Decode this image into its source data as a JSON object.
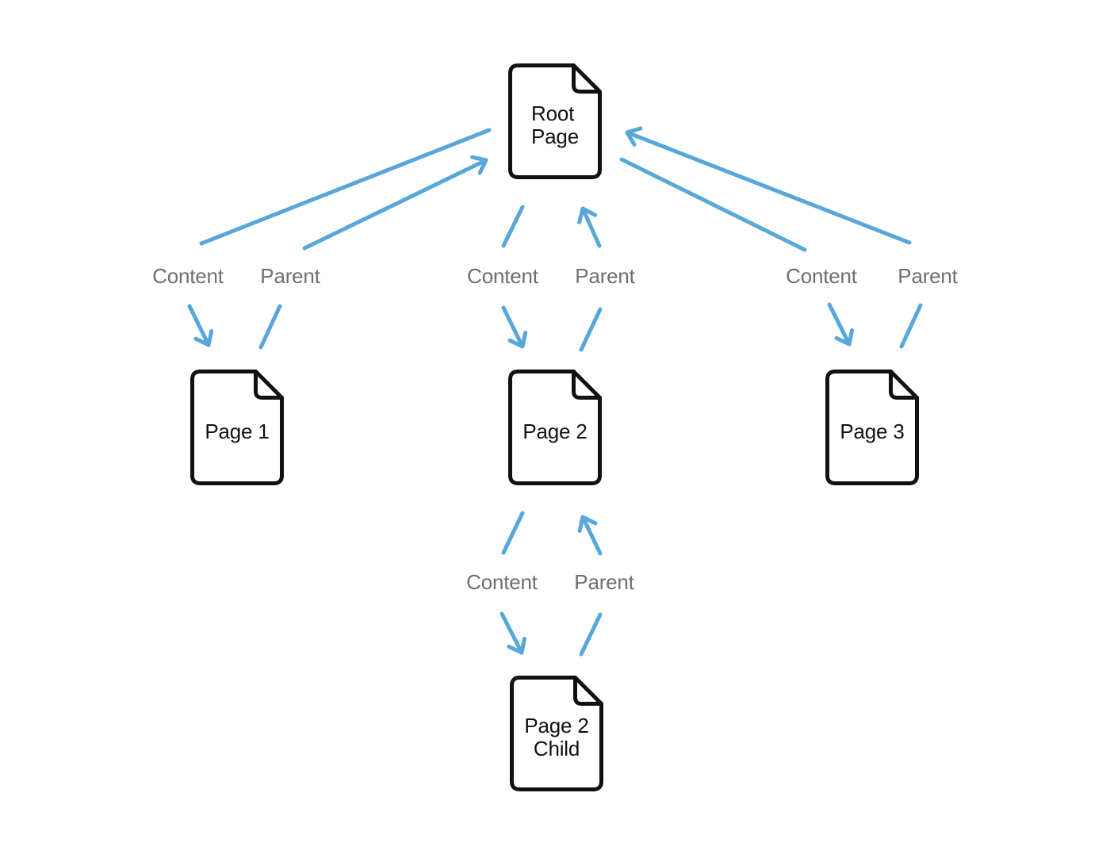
{
  "diagram": {
    "colors": {
      "arrow": "#58A7DA",
      "edge_label": "#6F6F6F",
      "node_stroke": "#111111",
      "node_fill": "#ffffff",
      "node_text": "#111111",
      "background": "#ffffff"
    },
    "nodes": [
      {
        "id": "root-page",
        "label": "Root Page",
        "lines": [
          "Root",
          "Page"
        ]
      },
      {
        "id": "page-1",
        "label": "Page 1",
        "lines": [
          "Page 1"
        ]
      },
      {
        "id": "page-2",
        "label": "Page 2",
        "lines": [
          "Page 2"
        ]
      },
      {
        "id": "page-3",
        "label": "Page 3",
        "lines": [
          "Page 3"
        ]
      },
      {
        "id": "page-2-child",
        "label": "Page 2 Child",
        "lines": [
          "Page 2",
          "Child"
        ]
      }
    ],
    "link_labels": {
      "content": "Content",
      "parent": "Parent"
    },
    "relations": [
      {
        "parent": "Root Page",
        "child": "Page 1",
        "child_link": "Content",
        "parent_link": "Parent"
      },
      {
        "parent": "Root Page",
        "child": "Page 2",
        "child_link": "Content",
        "parent_link": "Parent"
      },
      {
        "parent": "Root Page",
        "child": "Page 3",
        "child_link": "Content",
        "parent_link": "Parent"
      },
      {
        "parent": "Page 2",
        "child": "Page 2 Child",
        "child_link": "Content",
        "parent_link": "Parent"
      }
    ],
    "icons": [
      {
        "name": "document-icon",
        "shape": "file with folded top-right corner"
      },
      {
        "name": "arrowhead-icon",
        "shape": "open V chevron"
      }
    ]
  }
}
